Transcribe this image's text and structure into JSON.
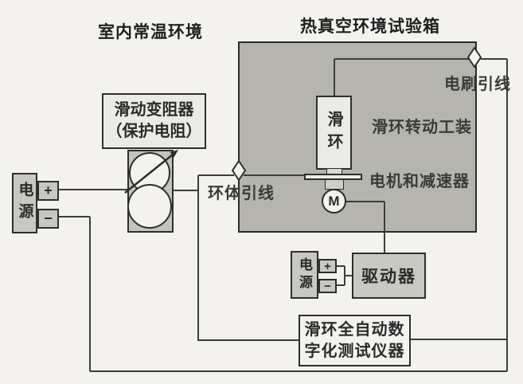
{
  "titles": {
    "room_env": "室内常温环境",
    "chamber": "热真空环境试验箱"
  },
  "labels": {
    "ring_lead": "环体引线",
    "brush_lead": "电刷引线",
    "rotating_fixture": "滑环转动工装",
    "motor_reducer": "电机和减速器"
  },
  "components": {
    "rheostat": {
      "line1": "滑动变阻器",
      "line2": "（保护电阻）"
    },
    "main_power": {
      "label": "电源",
      "plus": "+",
      "minus": "−"
    },
    "slip_ring": {
      "label": "滑环"
    },
    "motor": {
      "symbol": "M"
    },
    "driver_power": {
      "label": "电源",
      "plus": "+",
      "minus": "−"
    },
    "driver": {
      "label": "驱动器"
    },
    "instrument": {
      "line1": "滑环全自动数",
      "line2": "字化测试仪器"
    }
  },
  "colors": {
    "background": "#f3f2ef",
    "chamber_fill": "#b6b5ad",
    "gray_box_fill": "#c8c7c0",
    "light_box_fill": "#eceae5",
    "line": "#3c3c3c",
    "text": "#2b2b2b"
  }
}
